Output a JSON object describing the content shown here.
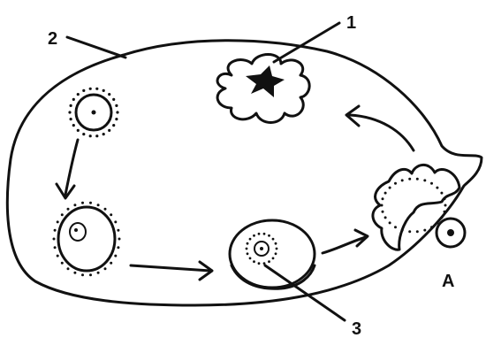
{
  "labels": {
    "label_1": "1",
    "label_2": "2",
    "label_3": "3",
    "label_a": "A"
  },
  "colors": {
    "ink": "#111111",
    "background": "#ffffff"
  }
}
